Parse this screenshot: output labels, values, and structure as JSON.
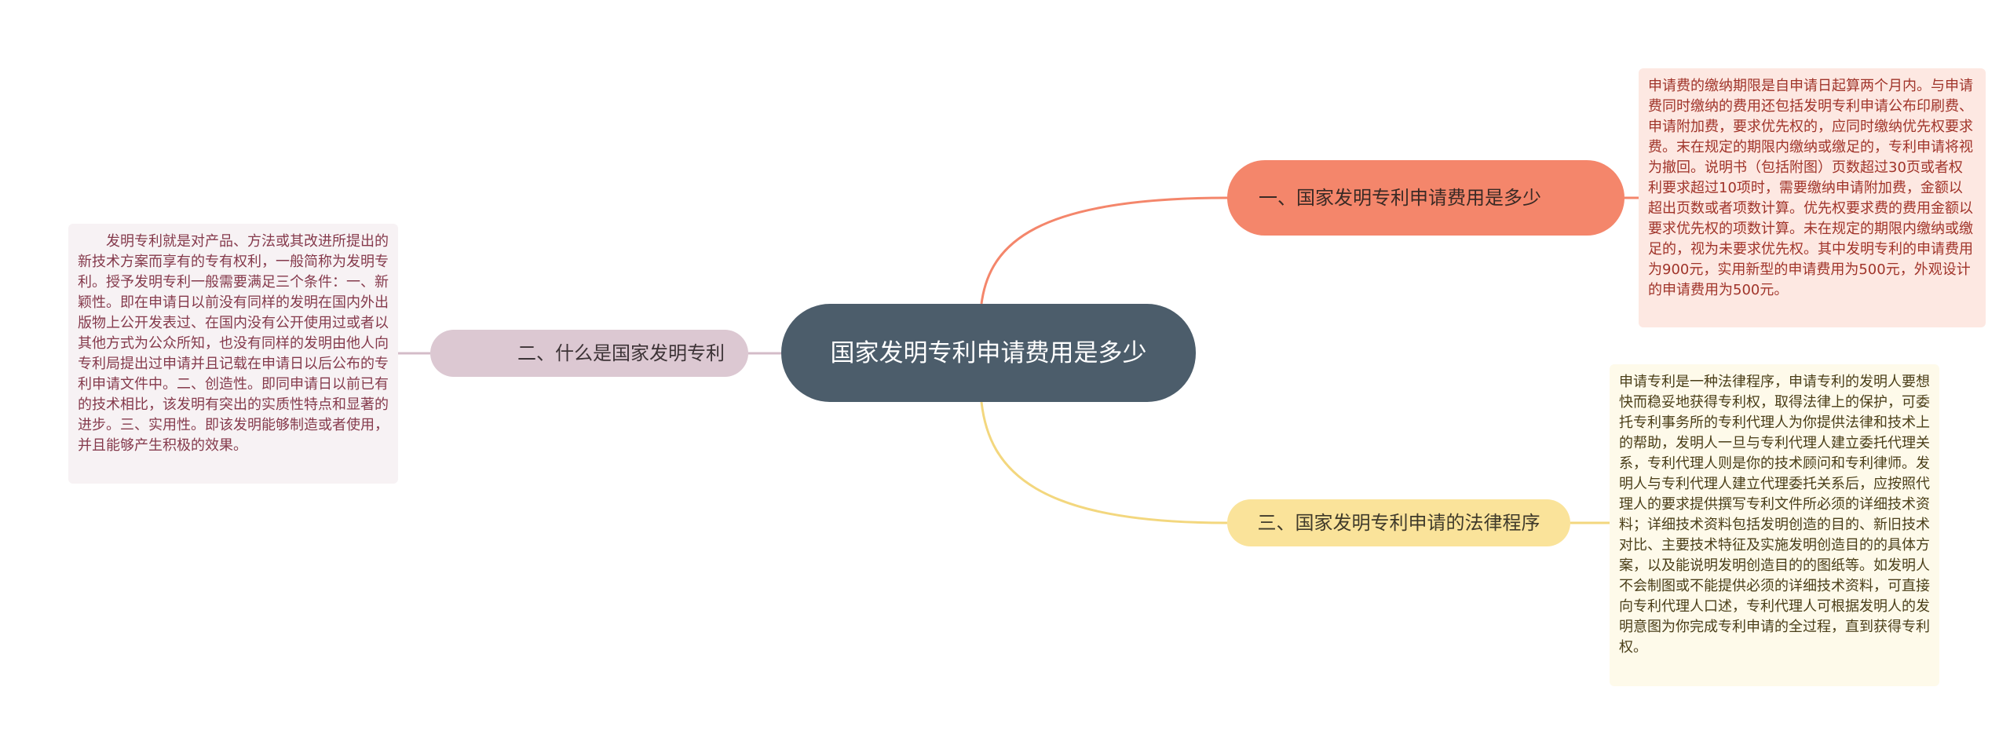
{
  "root": {
    "title": "国家发明专利申请费用是多少"
  },
  "branches": [
    {
      "label": "一、国家发明专利申请费用是多少",
      "color": "#f4866b",
      "note": "申请费的缴纳期限是自申请日起算两个月内。与申请费同时缴纳的费用还包括发明专利申请公布印刷费、申请附加费，要求优先权的，应同时缴纳优先权要求费。末在规定的期限内缴纳或缴足的，专利申请将视为撤回。说明书（包括附图）页数超过30页或者权利要求超过10项时，需要缴纳申请附加费，金额以超出页数或者项数计算。优先权要求费的费用金额以要求优先权的项数计算。未在规定的期限内缴纳或缴足的，视为未要求优先权。其中发明专利的申请费用为900元，实用新型的申请费用为500元，外观设计的申请费用为500元。"
    },
    {
      "label": "二、什么是国家发明专利",
      "color": "#dcc8d2",
      "note": "发明专利就是对产品、方法或其改进所提出的新技术方案而享有的专有权利，一般简称为发明专利。授予发明专利一般需要满足三个条件：一、新颖性。即在申请日以前没有同样的发明在国内外出版物上公开发表过、在国内没有公开使用过或者以其他方式为公众所知，也没有同样的发明由他人向专利局提出过申请并且记载在申请日以后公布的专利申请文件中。二、创造性。即同申请日以前已有的技术相比，该发明有突出的实质性特点和显著的进步。三、实用性。即该发明能够制造或者使用，并且能够产生积极的效果。"
    },
    {
      "label": "三、国家发明专利申请的法律程序",
      "color": "#fae39a",
      "note": "申请专利是一种法律程序，申请专利的发明人要想快而稳妥地获得专利权，取得法律上的保护，可委托专利事务所的专利代理人为你提供法律和技术上的帮助，发明人一旦与专利代理人建立委托代理关系，专利代理人则是你的技术顾问和专利律师。发明人与专利代理人建立代理委托关系后，应按照代理人的要求提供撰写专利文件所必须的详细技术资料；详细技术资料包括发明创造的目的、新旧技术对比、主要技术特征及实施发明创造目的的具体方案，以及能说明发明创造目的的图纸等。如发明人不会制图或不能提供必须的详细技术资料，可直接向专利代理人口述，专利代理人可根据发明人的发明意图为你完成专利申请的全过程，直到获得专利权。"
    }
  ]
}
